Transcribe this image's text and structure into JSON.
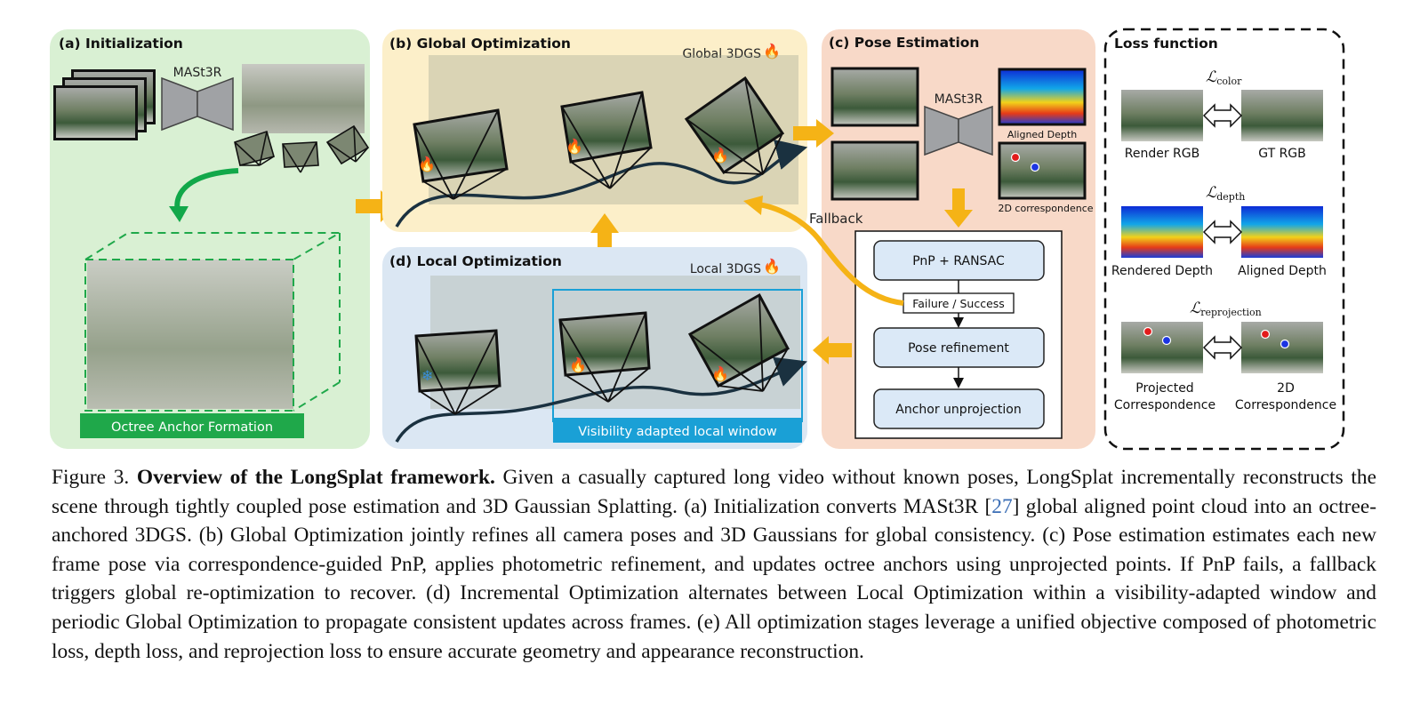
{
  "panels": {
    "init": {
      "title": "(a) Initialization",
      "network": "MASt3R",
      "anchor_label": "Octree Anchor Formation"
    },
    "global": {
      "title": "(b) Global Optimization",
      "model": "Global 3DGS"
    },
    "local": {
      "title": "(d) Local Optimization",
      "model": "Local 3DGS",
      "window_label": "Visibility adapted local window"
    },
    "pose": {
      "title": "(c) Pose Estimation",
      "network": "MASt3R",
      "aligned_depth": "Aligned Depth",
      "correspondence": "2D correspondence",
      "fallback": "Fallback",
      "steps": [
        "PnP + RANSAC",
        "Failure / Success",
        "Pose refinement",
        "Anchor unprojection"
      ]
    },
    "loss": {
      "title": "Loss function",
      "color_loss": {
        "symbol": "ℒ",
        "sub": "color",
        "left": "Render RGB",
        "right": "GT RGB"
      },
      "depth_loss": {
        "symbol": "ℒ",
        "sub": "depth",
        "left": "Rendered Depth",
        "right": "Aligned Depth"
      },
      "reproj_loss": {
        "symbol": "ℒ",
        "sub": "reprojection",
        "left_1": "Projected",
        "left_2": "Correspondence",
        "right_1": "2D",
        "right_2": "Correspondence"
      }
    }
  },
  "colors": {
    "green_panel": "#d9f0d3",
    "yellow_panel": "#fcefc9",
    "blue_panel": "#dbe7f3",
    "orange_panel": "#f8d9c8",
    "arrow": "#f5b316",
    "green_arrow": "#12a84a",
    "anchor_bar": "#1fa84a",
    "window_bar": "#1aa0d6",
    "step_box": "#dbe9f7"
  },
  "caption": {
    "fig_label": "Figure 3.",
    "bold": "Overview of the LongSplat framework.",
    "text_before_cite": " Given a casually captured long video without known poses, LongSplat incrementally reconstructs the scene through tightly coupled pose estimation and 3D Gaussian Splatting. (a) Initialization converts MASt3R [",
    "cite": "27",
    "text_after_cite": "] global aligned point cloud into an octree-anchored 3DGS. (b) Global Optimization jointly refines all camera poses and 3D Gaussians for global consistency. (c) Pose estimation estimates each new frame pose via correspondence-guided PnP, applies photometric refinement, and updates octree anchors using unprojected points. If PnP fails, a fallback triggers global re-optimization to recover. (d) Incremental Optimization alternates between Local Optimization within a visibility-adapted window and periodic Global Optimization to propagate consistent updates across frames. (e) All optimization stages leverage a unified objective composed of photometric loss, depth loss, and reprojection loss to ensure accurate geometry and appearance reconstruction."
  }
}
